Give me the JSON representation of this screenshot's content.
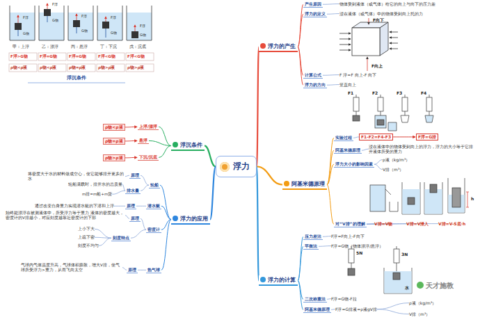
{
  "diagram": {
    "nodes": [
      {
        "text": [
          "浮力"
        ]
      },
      {
        "text": [
          "浮力的产生"
        ]
      },
      {
        "text": [
          "产生原因"
        ]
      },
      {
        "text": [
          "物体受到液体（或气体）给它的向上与向下的压力差"
        ]
      },
      {
        "text": [
          "浮力的定义"
        ]
      },
      {
        "text": [
          "浸在液体（或气体）中的物体受到向上托的力"
        ]
      },
      {
        "text": [
          "计算公式"
        ]
      },
      {
        "text": [
          "F 浮=F 向上-F 向下"
        ]
      },
      {
        "text": [
          "浮力的方向"
        ]
      },
      {
        "text": [
          "竖直向上"
        ]
      },
      {
        "text": [
          "阿基米德原理"
        ]
      },
      {
        "text": [
          "实验过程"
        ]
      },
      {
        "text": [
          "F1-F2=F4-F3"
        ]
      },
      {
        "text": [
          "F浮=G排"
        ]
      },
      {
        "text": [
          "阿基米德原理"
        ]
      },
      {
        "text": [
          "浸在液体中的物体受到向上的浮力，浮力的大小等于它排开液体所受的重力"
        ]
      },
      {
        "text": [
          "浮力大小的影响因素"
        ]
      },
      {
        "text": [
          "ρ液（kg/m³）"
        ]
      },
      {
        "text": [
          "V排（m³）"
        ]
      },
      {
        "text": [
          "对“V排”的理解"
        ]
      },
      {
        "text": [
          "V排=V物"
        ]
      },
      {
        "text": [
          "V排=V浸入"
        ]
      },
      {
        "text": [
          "V排=V-S底·h"
        ]
      },
      {
        "text": [
          "浮力的计算"
        ]
      },
      {
        "text": [
          "压力差法"
        ]
      },
      {
        "text": [
          "F浮=F向上-F向下"
        ]
      },
      {
        "text": [
          "平衡法"
        ]
      },
      {
        "text": [
          "F浮=G物（物体漂浮/悬浮）"
        ]
      },
      {
        "text": [
          "二次称重法"
        ]
      },
      {
        "text": [
          "F浮=G物-F拉"
        ]
      },
      {
        "text": [
          "阿基米德原理"
        ]
      },
      {
        "text": [
          "F浮=G排液=ρ液gV排"
        ]
      },
      {
        "text": [
          "ρ液（kg/m³）"
        ]
      },
      {
        "text": [
          "V排（m³）"
        ]
      },
      {
        "text": [
          "浮沉条件"
        ]
      },
      {
        "text": [
          "ρ物<ρ液"
        ]
      },
      {
        "text": [
          "上浮/漂浮"
        ]
      },
      {
        "text": [
          "ρ物=ρ液"
        ]
      },
      {
        "text": [
          "悬浮"
        ]
      },
      {
        "text": [
          "ρ物>ρ液"
        ]
      },
      {
        "text": [
          "下沉/沉底"
        ]
      },
      {
        "text": [
          "浮力的应用"
        ]
      },
      {
        "text": [
          "轮船"
        ]
      },
      {
        "text": [
          "原理"
        ]
      },
      {
        "text": [
          "将密度大于水的材料做成空心，使它能够排开更多的水"
        ]
      },
      {
        "text": [
          "排水量"
        ]
      },
      {
        "text": [
          "轮船满载时，排开水的总质量"
        ]
      },
      {
        "text": [
          "m排=m船+m货"
        ]
      },
      {
        "text": [
          "潜水艇"
        ]
      },
      {
        "text": [
          "原理"
        ]
      },
      {
        "text": [
          "通过改变自身重力实现潜水艇的下潜和上浮"
        ]
      },
      {
        "text": [
          "密度计"
        ]
      },
      {
        "text": [
          "原理"
        ]
      },
      {
        "text": [
          "始终能漂浮在被测液体中，所受浮力等于重力 液体的密度越大，密度计的V排越小，对应刻度越靠近密度计的下部"
        ]
      },
      {
        "text": [
          "刻度特点"
        ]
      },
      {
        "text": [
          "上小下大"
        ]
      },
      {
        "text": [
          "上疏下密"
        ]
      },
      {
        "text": [
          "刻度不均匀"
        ]
      },
      {
        "text": [
          "热气球"
        ]
      },
      {
        "text": [
          "原理"
        ]
      },
      {
        "text": [
          "气球内气体温度升高，气球体积膨胀，增大V排，使气球所受浮力>重力，从而飞向太空"
        ]
      }
    ],
    "edges": [
      {
        "from": 0,
        "to": 1,
        "arrow": "none"
      },
      {
        "from": 0,
        "to": 10,
        "arrow": "none"
      },
      {
        "from": 0,
        "to": 23,
        "arrow": "none"
      },
      {
        "from": 0,
        "to": 34,
        "arrow": "none"
      },
      {
        "from": 0,
        "to": 41,
        "arrow": "none"
      },
      {
        "from": 1,
        "to": 2,
        "arrow": "none"
      },
      {
        "from": 2,
        "to": 3,
        "arrow": "none"
      },
      {
        "from": 1,
        "to": 4,
        "arrow": "none"
      },
      {
        "from": 4,
        "to": 5,
        "arrow": "none"
      },
      {
        "from": 1,
        "to": 6,
        "arrow": "none"
      },
      {
        "from": 6,
        "to": 7,
        "arrow": "none"
      },
      {
        "from": 1,
        "to": 8,
        "arrow": "none"
      },
      {
        "from": 8,
        "to": 9,
        "arrow": "none"
      },
      {
        "from": 10,
        "to": 11,
        "arrow": "none"
      },
      {
        "from": 11,
        "to": 12,
        "arrow": "none"
      },
      {
        "from": 12,
        "to": 13,
        "arrow": "to"
      },
      {
        "from": 10,
        "to": 14,
        "arrow": "none"
      },
      {
        "from": 14,
        "to": 15,
        "arrow": "none"
      },
      {
        "from": 10,
        "to": 16,
        "arrow": "none"
      },
      {
        "from": 16,
        "to": 17,
        "arrow": "none"
      },
      {
        "from": 16,
        "to": 18,
        "arrow": "none"
      },
      {
        "from": 10,
        "to": 19,
        "arrow": "none"
      },
      {
        "from": 19,
        "to": 20,
        "arrow": "none"
      },
      {
        "from": 19,
        "to": 21,
        "arrow": "none"
      },
      {
        "from": 19,
        "to": 22,
        "arrow": "none"
      },
      {
        "from": 23,
        "to": 24,
        "arrow": "none"
      },
      {
        "from": 24,
        "to": 25,
        "arrow": "none"
      },
      {
        "from": 23,
        "to": 26,
        "arrow": "none"
      },
      {
        "from": 26,
        "to": 27,
        "arrow": "none"
      },
      {
        "from": 23,
        "to": 28,
        "arrow": "none"
      },
      {
        "from": 28,
        "to": 29,
        "arrow": "none"
      },
      {
        "from": 23,
        "to": 30,
        "arrow": "none"
      },
      {
        "from": 30,
        "to": 31,
        "arrow": "none"
      },
      {
        "from": 31,
        "to": 32,
        "arrow": "none"
      },
      {
        "from": 31,
        "to": 33,
        "arrow": "none"
      },
      {
        "from": 34,
        "to": 36,
        "arrow": "none"
      },
      {
        "from": 34,
        "to": 38,
        "arrow": "none"
      },
      {
        "from": 34,
        "to": 40,
        "arrow": "none"
      },
      {
        "from": 35,
        "to": 36,
        "arrow": "to"
      },
      {
        "from": 37,
        "to": 38,
        "arrow": "to"
      },
      {
        "from": 39,
        "to": 40,
        "arrow": "to"
      },
      {
        "from": 41,
        "to": 42,
        "arrow": "none"
      },
      {
        "from": 42,
        "to": 43,
        "arrow": "none"
      },
      {
        "from": 43,
        "to": 44,
        "arrow": "none"
      },
      {
        "from": 42,
        "to": 45,
        "arrow": "none"
      },
      {
        "from": 45,
        "to": 46,
        "arrow": "none"
      },
      {
        "from": 45,
        "to": 47,
        "arrow": "none"
      },
      {
        "from": 41,
        "to": 48,
        "arrow": "none"
      },
      {
        "from": 48,
        "to": 49,
        "arrow": "none"
      },
      {
        "from": 49,
        "to": 50,
        "arrow": "none"
      },
      {
        "from": 41,
        "to": 51,
        "arrow": "none"
      },
      {
        "from": 51,
        "to": 52,
        "arrow": "none"
      },
      {
        "from": 52,
        "to": 53,
        "arrow": "none"
      },
      {
        "from": 51,
        "to": 54,
        "arrow": "none"
      },
      {
        "from": 54,
        "to": 55,
        "arrow": "none"
      },
      {
        "from": 54,
        "to": 56,
        "arrow": "none"
      },
      {
        "from": 54,
        "to": 57,
        "arrow": "none"
      },
      {
        "from": 41,
        "to": 58,
        "arrow": "none"
      },
      {
        "from": 58,
        "to": 59,
        "arrow": "none"
      },
      {
        "from": 59,
        "to": 60,
        "arrow": "none"
      }
    ],
    "labels": [
      "甲：上浮",
      "乙：漂浮",
      "丙：悬浮",
      "丁：下沉",
      "戊：沉底",
      "F浮>G物",
      "F浮=G物",
      "F浮=G物",
      "F浮<G物",
      "F浮<G物",
      "ρ物<ρ液",
      "ρ物<ρ液",
      "ρ物=ρ液",
      "ρ物>ρ液",
      "ρ物>ρ液",
      "浮沉条件",
      "F浮",
      "G物",
      "F浮",
      "G物",
      "F浮",
      "G物",
      "F浮",
      "G物",
      "F浮",
      "G物",
      "F向下",
      "F向上",
      "F1",
      "F2",
      "F3",
      "F4",
      "h",
      "5N",
      "3N",
      "水",
      "天才施教"
    ]
  }
}
